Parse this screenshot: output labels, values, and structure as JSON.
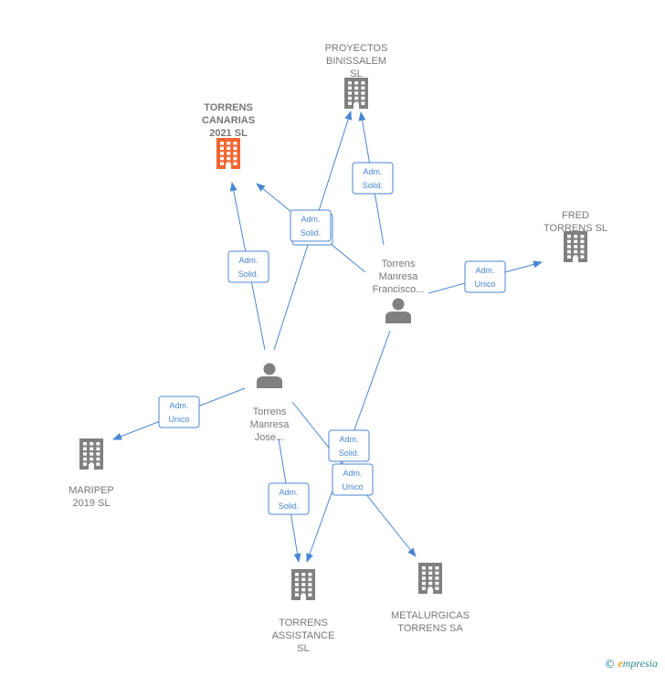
{
  "colors": {
    "edge": "#4a86d2",
    "company_icon": "#808080",
    "main_company_icon": "#f26531",
    "person_icon": "#808080",
    "label": "#777777"
  },
  "nodes": [
    {
      "id": "proyectos",
      "type": "company",
      "icon": "building-icon",
      "lines": [
        "PROYECTOS",
        "BINISSALEM",
        "SL"
      ]
    },
    {
      "id": "torrens_canarias",
      "type": "main-company",
      "icon": "building-icon",
      "lines": [
        "TORRENS",
        "CANARIAS",
        "2021  SL"
      ]
    },
    {
      "id": "fred",
      "type": "company",
      "icon": "building-icon",
      "lines": [
        "FRED",
        "TORRENS SL"
      ]
    },
    {
      "id": "francisco",
      "type": "person",
      "icon": "person-icon",
      "lines": [
        "Torrens",
        "Manresa",
        "Francisco..."
      ]
    },
    {
      "id": "jose",
      "type": "person",
      "icon": "person-icon",
      "lines": [
        "Torrens",
        "Manresa",
        "Jose..."
      ]
    },
    {
      "id": "maripep",
      "type": "company",
      "icon": "building-icon",
      "lines": [
        "MARIPEP",
        "2019  SL"
      ]
    },
    {
      "id": "assistance",
      "type": "company",
      "icon": "building-icon",
      "lines": [
        "TORRENS",
        "ASSISTANCE",
        "SL"
      ]
    },
    {
      "id": "metalurgicas",
      "type": "company",
      "icon": "building-icon",
      "lines": [
        "METALURGICAS",
        "TORRENS SA"
      ]
    }
  ],
  "edges": [
    {
      "from": "jose",
      "to": "torrens_canarias",
      "lines": [
        "Adm.",
        "Solid."
      ]
    },
    {
      "from": "jose",
      "to": "proyectos",
      "lines": [
        "Adm.",
        "Solid."
      ]
    },
    {
      "from": "francisco",
      "to": "torrens_canarias",
      "lines": [
        "Adm.",
        "Solid."
      ]
    },
    {
      "from": "francisco",
      "to": "proyectos",
      "lines": [
        "Adm.",
        "Solid."
      ]
    },
    {
      "from": "francisco",
      "to": "fred",
      "lines": [
        "Adm.",
        "Unico"
      ]
    },
    {
      "from": "jose",
      "to": "maripep",
      "lines": [
        "Adm.",
        "Unico"
      ]
    },
    {
      "from": "jose",
      "to": "assistance",
      "lines": [
        "Adm.",
        "Solid."
      ]
    },
    {
      "from": "francisco",
      "to": "assistance",
      "lines": [
        "Adm.",
        "Solid."
      ]
    },
    {
      "from": "jose",
      "to": "metalurgicas",
      "lines": [
        "Adm.",
        "Unico"
      ]
    }
  ],
  "watermark": {
    "symbol": "©",
    "brand_initial": "e",
    "brand_rest": "mpresia"
  }
}
